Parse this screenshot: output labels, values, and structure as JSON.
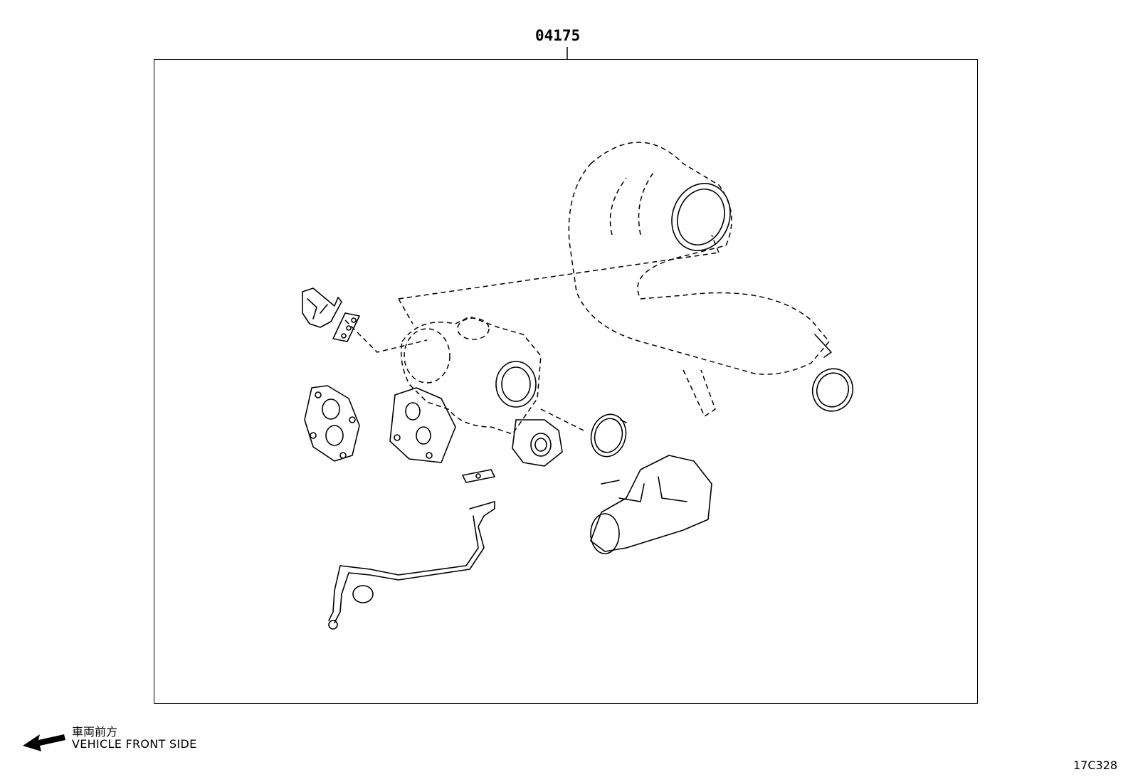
{
  "header": {
    "part_number": "04175"
  },
  "footer": {
    "front_label_jp": "車両前方",
    "front_label_en": "VEHICLE FRONT SIDE",
    "drawing_code": "17C328"
  },
  "icons": {
    "direction": "arrow-left-icon"
  }
}
